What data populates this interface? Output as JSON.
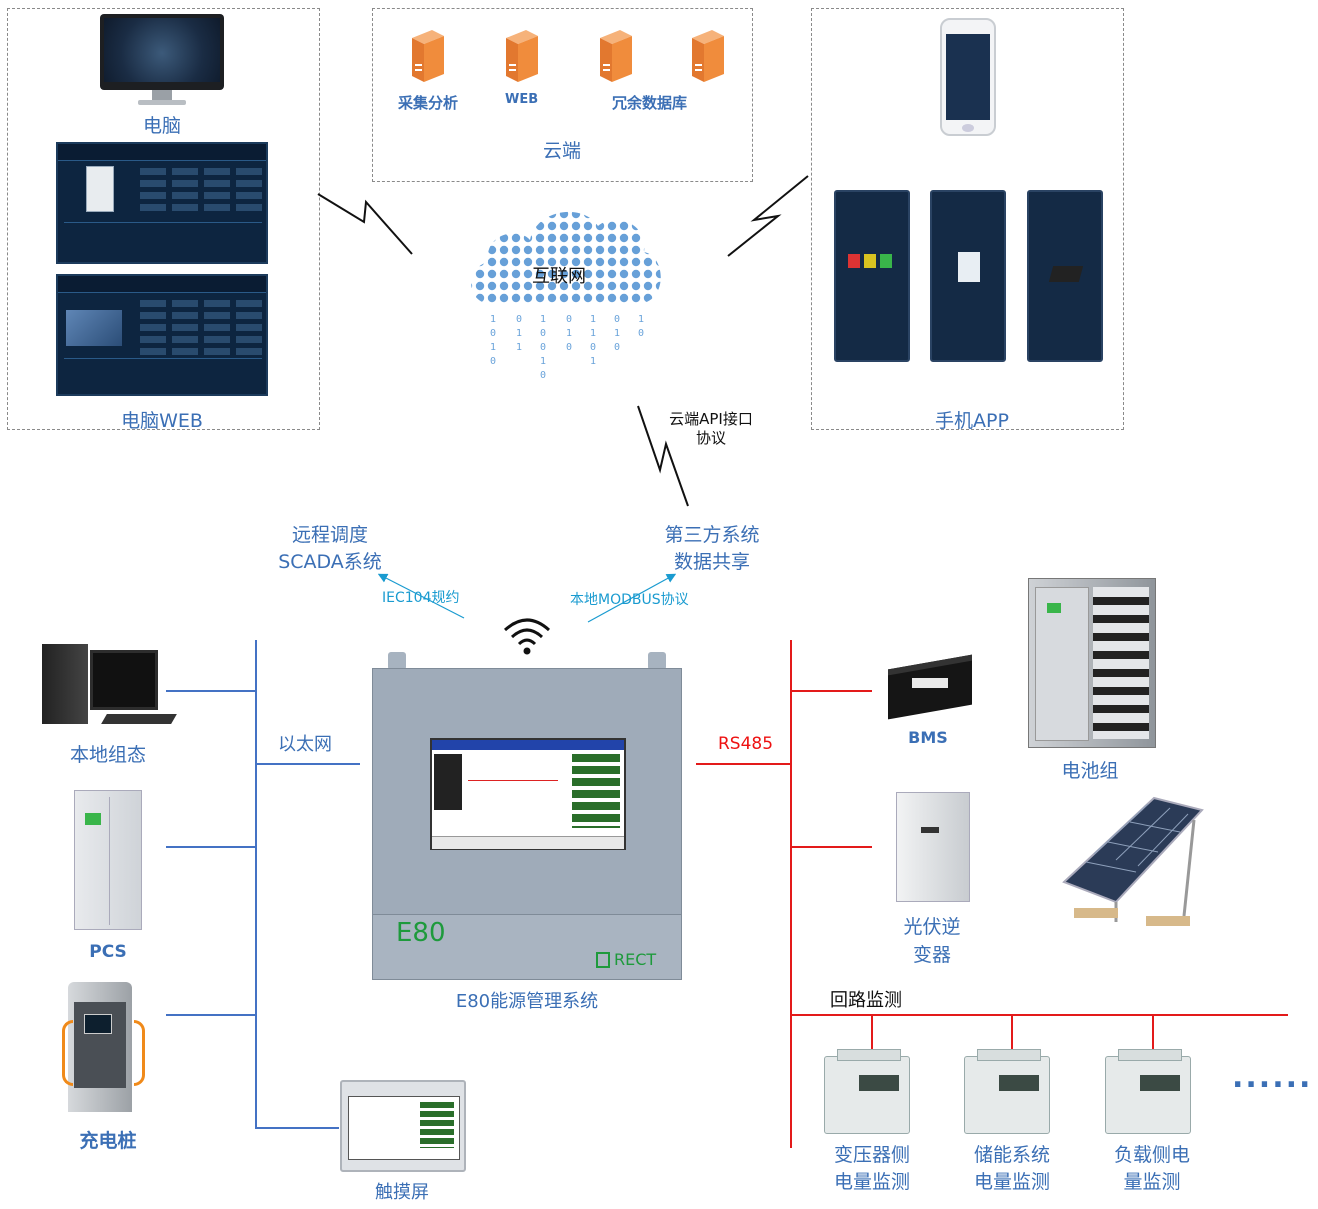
{
  "cloud_section": {
    "servers": [
      "采集分析",
      "WEB",
      "冗余数据库"
    ],
    "title": "云端"
  },
  "internet": "互联网",
  "pc_section": {
    "monitor_label": "电脑",
    "web_label": "电脑WEB"
  },
  "mobile_section": {
    "title": "手机APP"
  },
  "api_protocol": "云端API接口\n协议",
  "remote": {
    "title_line1": "远程调度",
    "title_line2": "SCADA系统",
    "protocol": "IEC104规约"
  },
  "third_party": {
    "title_line1": "第三方系统",
    "title_line2": "数据共享",
    "protocol": "本地MODBUS协议"
  },
  "e80": {
    "panel_text": "E80",
    "brand": "RECT",
    "caption": "E80能源管理系统"
  },
  "ethernet": "以太网",
  "rs485": "RS485",
  "left_devices": {
    "workstation": "本地组态",
    "pcs": "PCS",
    "charger": "充电桩",
    "touchscreen": "触摸屏"
  },
  "right_devices": {
    "bms": "BMS",
    "battery": "电池组",
    "inverter_line1": "光伏逆",
    "inverter_line2": "变器"
  },
  "loop": {
    "title": "回路监测",
    "meters": [
      {
        "line1": "变压器侧",
        "line2": "电量监测"
      },
      {
        "line1": "储能系统",
        "line2": "电量监测"
      },
      {
        "line1": "负载侧电",
        "line2": "量监测"
      }
    ],
    "more": "......"
  },
  "colors": {
    "bus_blue": "#4472c4",
    "bus_red": "#e31a1a",
    "label_blue": "#3b6fb5",
    "protocol_cyan": "#1a9bd0"
  }
}
